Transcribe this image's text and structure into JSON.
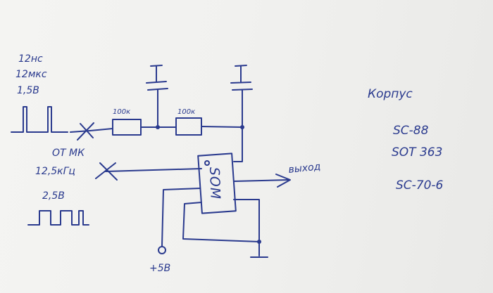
{
  "pulse_input": {
    "line1": "12нс",
    "line2": "12мкс",
    "line3": "1,5В"
  },
  "mk_input": {
    "source": "ОТ МК",
    "frequency": "12,5кГц",
    "amplitude": "2,5В"
  },
  "resistors": {
    "r1": "100к",
    "r2": "100к"
  },
  "chip": {
    "label": "SOM"
  },
  "output": {
    "label": "выход"
  },
  "power": {
    "label": "+5В"
  },
  "packages": {
    "title": "Корпус",
    "items": [
      "SC-88",
      "SOT 363",
      "SC-70-6"
    ]
  },
  "colors": {
    "ink": "#2a3a8e",
    "paper": "#f2f2f0"
  }
}
